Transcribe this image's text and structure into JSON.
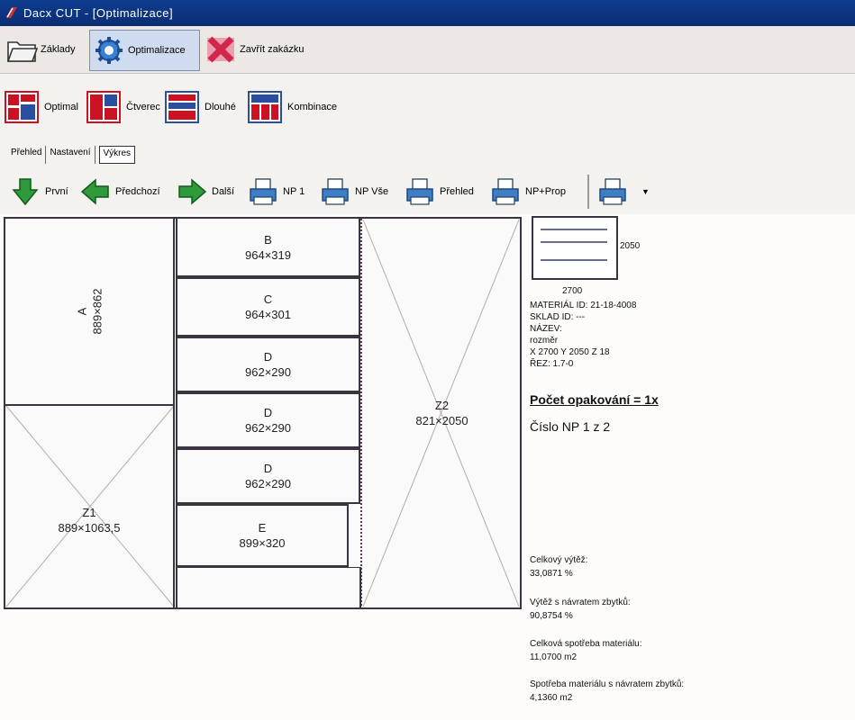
{
  "window": {
    "title": "Dacx CUT - [Optimalizace]"
  },
  "menubar": {
    "items": [
      {
        "label": "Základy"
      },
      {
        "label": "Optimalizace"
      },
      {
        "label": "Zavřít zakázku"
      }
    ]
  },
  "toolbar2": {
    "items": [
      {
        "label": "Optimal"
      },
      {
        "label": "Čtverec"
      },
      {
        "label": "Dlouhé"
      },
      {
        "label": "Kombinace"
      }
    ]
  },
  "view_tabs": [
    "Přehled",
    "Nastavení",
    "Výkres"
  ],
  "nav": {
    "first": "První",
    "prev": "Předchozí",
    "next": "Další",
    "np1": "NP 1",
    "npall": "NP Vše",
    "preview": "Přehled",
    "npplus": "NP+Prop"
  },
  "pieces": {
    "A": {
      "name": "A",
      "size": "889×862"
    },
    "B": {
      "name": "B",
      "size": "964×319"
    },
    "C": {
      "name": "C",
      "size": "964×301"
    },
    "D1": {
      "name": "D",
      "size": "962×290"
    },
    "D2": {
      "name": "D",
      "size": "962×290"
    },
    "D3": {
      "name": "D",
      "size": "962×290"
    },
    "E": {
      "name": "E",
      "size": "899×320"
    },
    "Z1": {
      "name": "Z1",
      "size": "889×1063,5"
    },
    "Z2": {
      "name": "Z2",
      "size": "821×2050"
    }
  },
  "sheet_info": {
    "height": "2050",
    "width": "2700",
    "material_id": "MATERIÁL ID: 21-18-4008",
    "sklad_id": "SKLAD ID: ---",
    "nazev": "NÁZEV:",
    "rozmer": "rozměr",
    "xy": "X 2700  Y 2050  Z 18",
    "prorez": "ŘEZ:    1.7-0",
    "repeat": "Počet opakování = 1x",
    "number": "Číslo NP 1 z 2"
  },
  "stats": [
    {
      "label": "Celkový výtěž:",
      "value": "33,0871 %"
    },
    {
      "label": "Výtěž s návratem zbytků:",
      "value": "90,8754 %"
    },
    {
      "label": "Celková spotřeba materiálu:",
      "value": "11,0700 m2"
    },
    {
      "label": "Spotřeba materiálu s návratem zbytků:",
      "value": "4,1360 m2"
    }
  ]
}
